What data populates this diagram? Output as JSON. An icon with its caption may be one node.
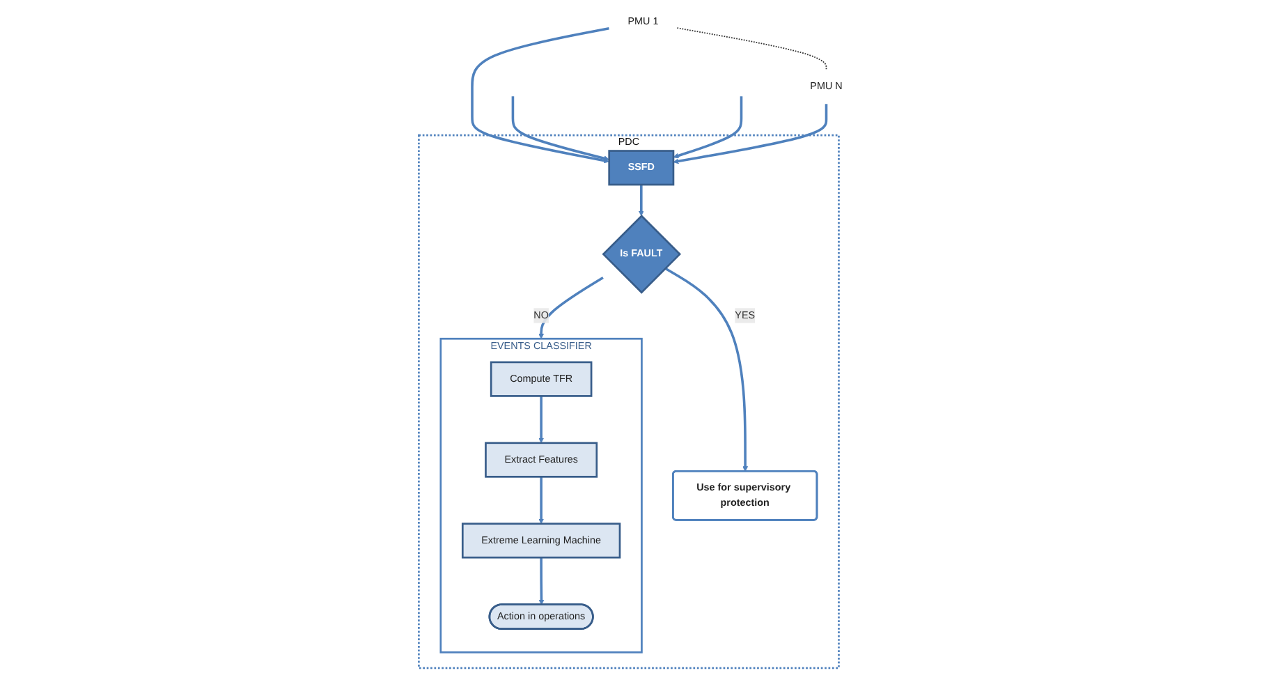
{
  "diagram": {
    "nodes": [
      {
        "text": [
          "PDC"
        ]
      },
      {
        "text": [
          "PMU 1"
        ]
      },
      {
        "text": [
          "PMU N"
        ]
      },
      {
        "text": [
          "SSFD"
        ],
        "in": 0
      },
      {
        "text": [
          "Is FAULT"
        ],
        "in": 0
      },
      {
        "text": [
          "Use for supervisory protection"
        ],
        "in": 0
      },
      {
        "text": [
          "EVENTS CLASSIFIER"
        ],
        "in": 0
      },
      {
        "text": [
          "Compute TFR"
        ],
        "in": 6
      },
      {
        "text": [
          "Extract Features"
        ],
        "in": 6
      },
      {
        "text": [
          "Extreme Learning Machine"
        ],
        "in": 6
      },
      {
        "text": [
          "Action in operations"
        ],
        "in": 6
      }
    ],
    "edges": [
      {
        "from": 1,
        "to": 2,
        "arrow": "none",
        "style": "dashed",
        "color": "#333333"
      },
      {
        "from": 1,
        "to": 3,
        "arrow": "to"
      },
      {
        "from": null,
        "to": 3,
        "arrow": "to"
      },
      {
        "from": null,
        "to": 3,
        "arrow": "to"
      },
      {
        "from": 2,
        "to": 3,
        "arrow": "to"
      },
      {
        "from": 3,
        "to": 4,
        "arrow": "to"
      },
      {
        "from": 4,
        "to": 5,
        "label": "YES",
        "arrow": "to"
      },
      {
        "from": 4,
        "to": 6,
        "label": "NO",
        "arrow": "to"
      },
      {
        "from": 7,
        "to": 8,
        "arrow": "to"
      },
      {
        "from": 8,
        "to": 9,
        "arrow": "to"
      },
      {
        "from": 9,
        "to": 10,
        "arrow": "to"
      }
    ]
  }
}
